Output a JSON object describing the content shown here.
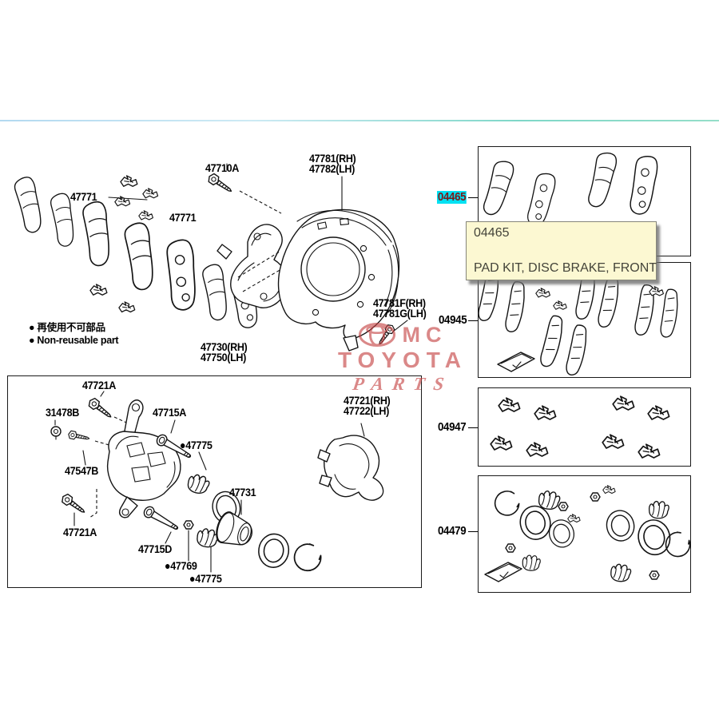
{
  "upper": {
    "pads_47771_a": "47771",
    "pads_47771_b": "47771",
    "bolt_47710a": "47710A",
    "shield_rh": "47781(RH)",
    "shield_lh": "47782(LH)",
    "cylinder_rh": "47730(RH)",
    "cylinder_lh": "47750(LH)",
    "pin_bolt_rh": "47781F(RH)",
    "pin_bolt_lh": "47781G(LH)"
  },
  "legend": {
    "jp": "● 再使用不可部品",
    "en": "● Non-reusable part"
  },
  "lower": {
    "bolt_top": "47721A",
    "bleeder_cap": "31478B",
    "slide_pin_a": "47715A",
    "boot_a": "●47775",
    "bleeder_screw": "47547B",
    "bolt_bottom": "47721A",
    "piston": "47731",
    "slide_pin_d": "47715D",
    "bushing": "●47769",
    "boot_b": "●47775",
    "mounting_rh": "47721(RH)",
    "mounting_lh": "47722(LH)"
  },
  "kits": [
    {
      "code": "04465"
    },
    {
      "code": "04945"
    },
    {
      "code": "04947"
    },
    {
      "code": "04479"
    }
  ],
  "tooltip": {
    "code": "04465",
    "name": "PAD KIT, DISC BRAKE, FRONT"
  },
  "watermark": {
    "mc": "MC",
    "toyota": "TOYOTA",
    "parts": "PARTS"
  },
  "colors": {
    "highlight_bg": "#00e1f2",
    "highlight_text": "#7b1a1a",
    "tooltip_bg": "#fcf8d2",
    "watermark_red": "#c54040"
  }
}
